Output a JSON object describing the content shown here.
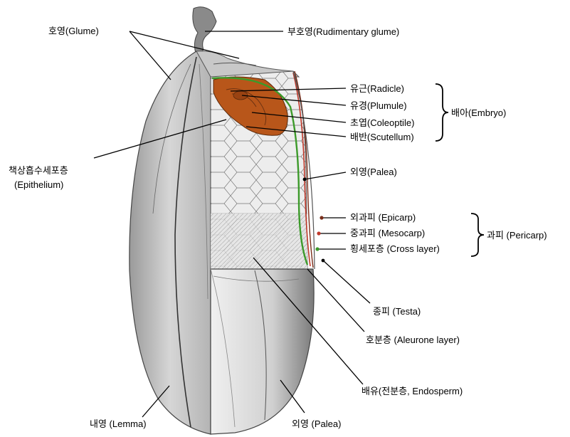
{
  "labels": {
    "glume": "호영(Glume)",
    "rudimentary_glume": "부호영(Rudimentary glume)",
    "radicle": "유근(Radicle)",
    "plumule": "유경(Plumule)",
    "coleoptile": "초엽(Coleoptile)",
    "scutellum": "배반(Scutellum)",
    "embryo": "배아(Embryo)",
    "epithelium_ko": "책상흡수세포층",
    "epithelium_en": "(Epithelium)",
    "palea_top": "외영(Palea)",
    "epicarp": "외과피 (Epicarp)",
    "mesocarp": "중과피 (Mesocarp)",
    "cross_layer": "횡세포층 (Cross layer)",
    "pericarp": "과피 (Pericarp)",
    "testa": "종피 (Testa)",
    "aleurone": "호분층 (Aleurone layer)",
    "endosperm": "배유(전분층, Endosperm)",
    "lemma": "내영 (Lemma)",
    "palea_bottom": "외영 (Palea)"
  },
  "colors": {
    "embryo": "#b8561a",
    "epicarp_line": "#7a2e1a",
    "mesocarp_line": "#c0392b",
    "cross_layer_line": "#3c9a2a",
    "hull": "#bdbdbd",
    "endosperm_cells": "#e2e2e2"
  }
}
